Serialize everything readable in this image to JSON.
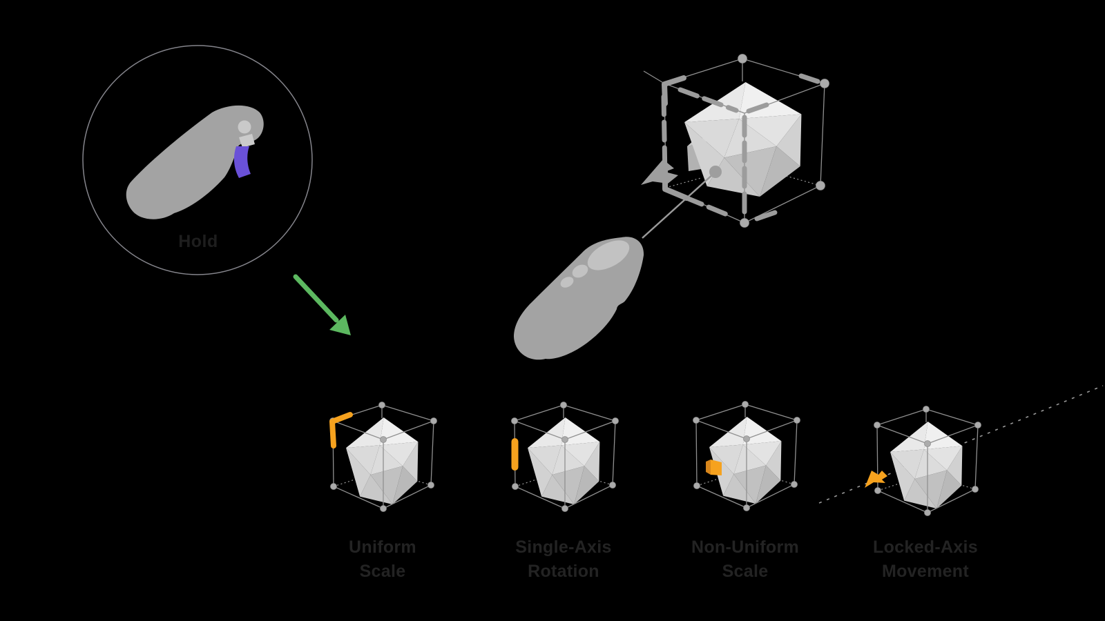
{
  "hold_callout": {
    "label": "Hold"
  },
  "examples": [
    {
      "id": "uniform-scale",
      "label_line1": "Uniform",
      "label_line2": "Scale",
      "handle": "corner-bracket"
    },
    {
      "id": "single-axis-rotation",
      "label_line1": "Single-Axis",
      "label_line2": "Rotation",
      "handle": "edge-bar"
    },
    {
      "id": "non-uniform-scale",
      "label_line1": "Non-Uniform",
      "label_line2": "Scale",
      "handle": "face-square"
    },
    {
      "id": "locked-axis-movement",
      "label_line1": "Locked-Axis",
      "label_line2": "Movement",
      "handle": "axis-arrow"
    }
  ],
  "icons": {
    "controller_side": "vr-controller-side-view-icon",
    "controller_top": "vr-controller-top-view-icon",
    "grab_cursor": "grab-cursor-icon",
    "move_cursor": "move-cursor-icon",
    "flow_arrow": "green-arrow-icon"
  },
  "colors": {
    "background": "#000000",
    "accent_orange": "#F6A21E",
    "accent_green": "#5CB860",
    "accent_purple": "#6A51D8",
    "controller_gray": "#A3A3A3",
    "wireframe_gray": "#909090",
    "label_text": "#232323"
  }
}
